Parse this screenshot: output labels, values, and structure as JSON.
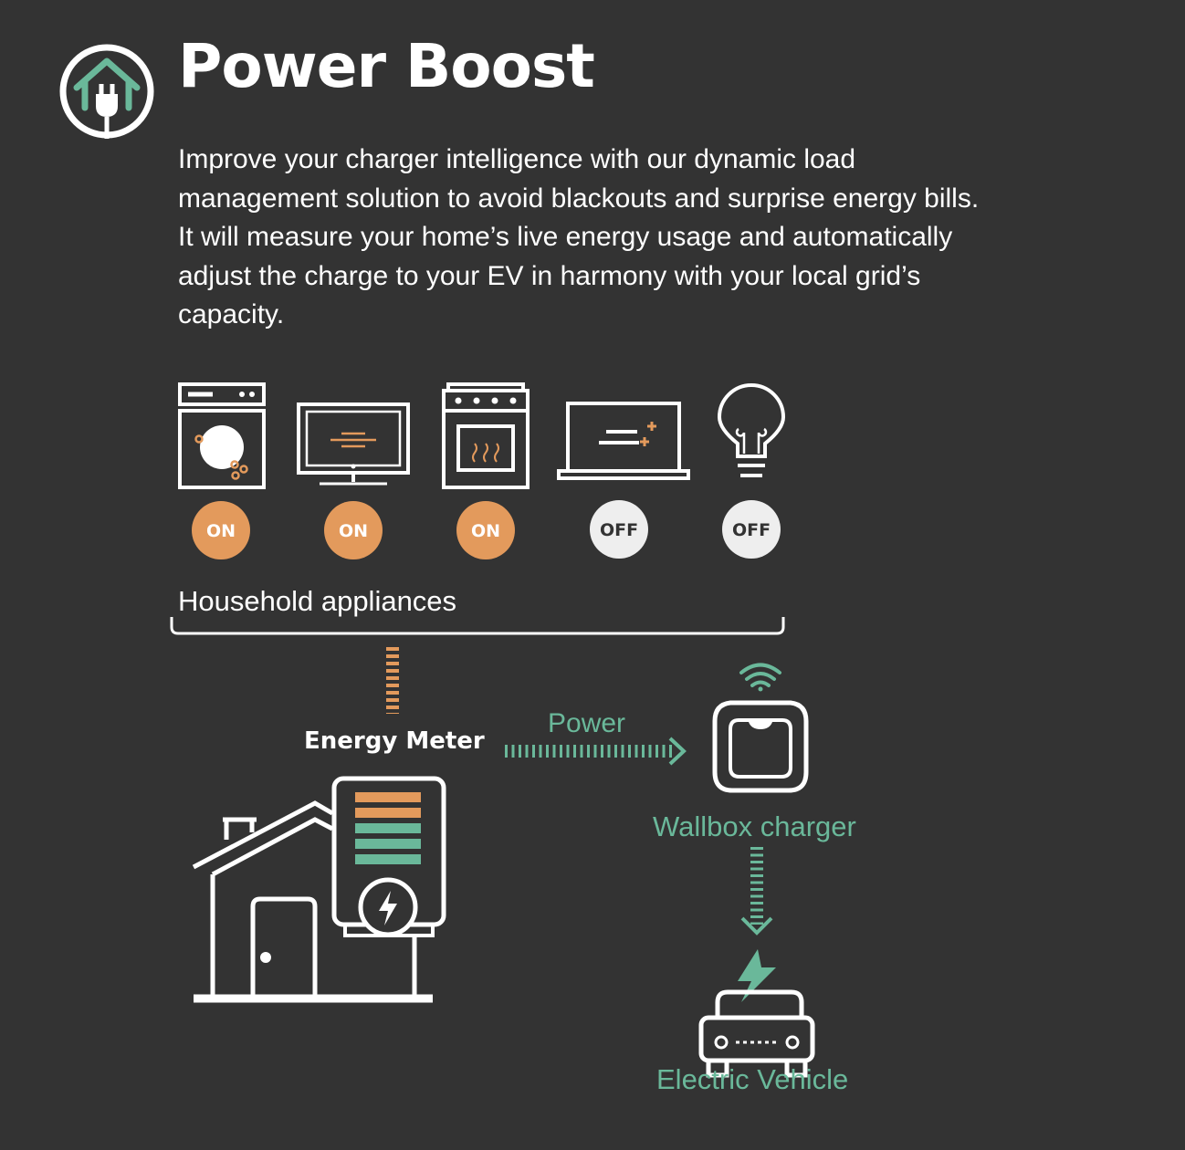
{
  "header": {
    "title": "Power Boost",
    "description": "Improve your charger intelligence with our dynamic load management solution to avoid blackouts and surprise energy bills. It will measure your home’s live energy usage and automatically adjust the charge to your EV in harmony with your local grid’s capacity.",
    "icon": "home-plug-icon"
  },
  "appliances": {
    "label": "Household appliances",
    "items": [
      {
        "icon": "washing-machine-icon",
        "status": "ON"
      },
      {
        "icon": "television-icon",
        "status": "ON"
      },
      {
        "icon": "oven-icon",
        "status": "ON"
      },
      {
        "icon": "laptop-icon",
        "status": "OFF"
      },
      {
        "icon": "light-bulb-icon",
        "status": "OFF"
      }
    ]
  },
  "energy_meter": {
    "label": "Energy Meter",
    "icon": "house-meter-icon"
  },
  "flow": {
    "power_label": "Power"
  },
  "charger": {
    "label": "Wallbox charger",
    "icon": "wallbox-charger-icon",
    "signal_icon": "wifi-icon"
  },
  "vehicle": {
    "label": "Electric Vehicle",
    "icon": "electric-car-icon"
  },
  "colors": {
    "background": "#333333",
    "accent_orange": "#e39a5c",
    "accent_green": "#6ab89a",
    "line": "#ffffff",
    "off_badge": "#eeeeee"
  }
}
